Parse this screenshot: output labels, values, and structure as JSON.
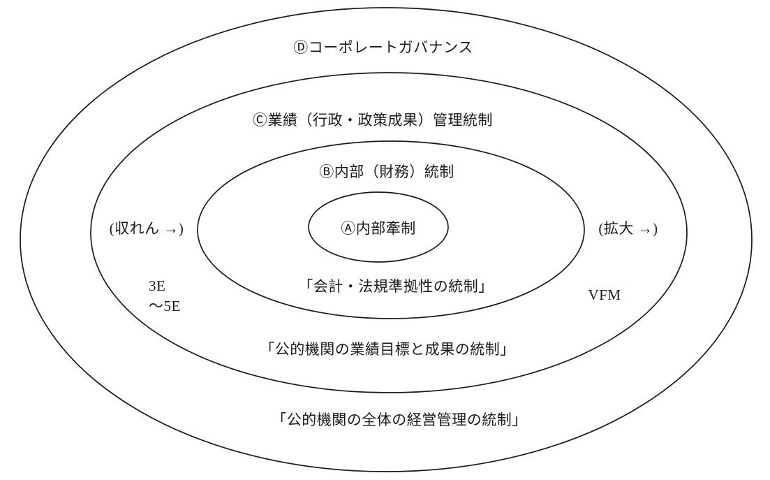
{
  "rings": {
    "d_label": "Ⓓコーポレートガバナンス",
    "c_label": "Ⓒ業績（行政・政策成果）管理統制",
    "b_label": "Ⓑ内部（財務）統制",
    "a_label": "Ⓐ内部牽制",
    "b_caption": "「会計・法規準拠性の統制」",
    "c_caption": "「公的機関の業績目標と成果の統制」",
    "d_caption": "「公的機関の全体の経営管理の統制」"
  },
  "annotations": {
    "left_direction": "(収れん →)",
    "right_direction": "(拡大 →)",
    "left_metric_line1": "3E",
    "left_metric_line2": "～5E",
    "right_metric": "VFM"
  },
  "colors": {
    "stroke": "#1a1a1a",
    "text": "#1a1a1a",
    "background": "#ffffff"
  }
}
